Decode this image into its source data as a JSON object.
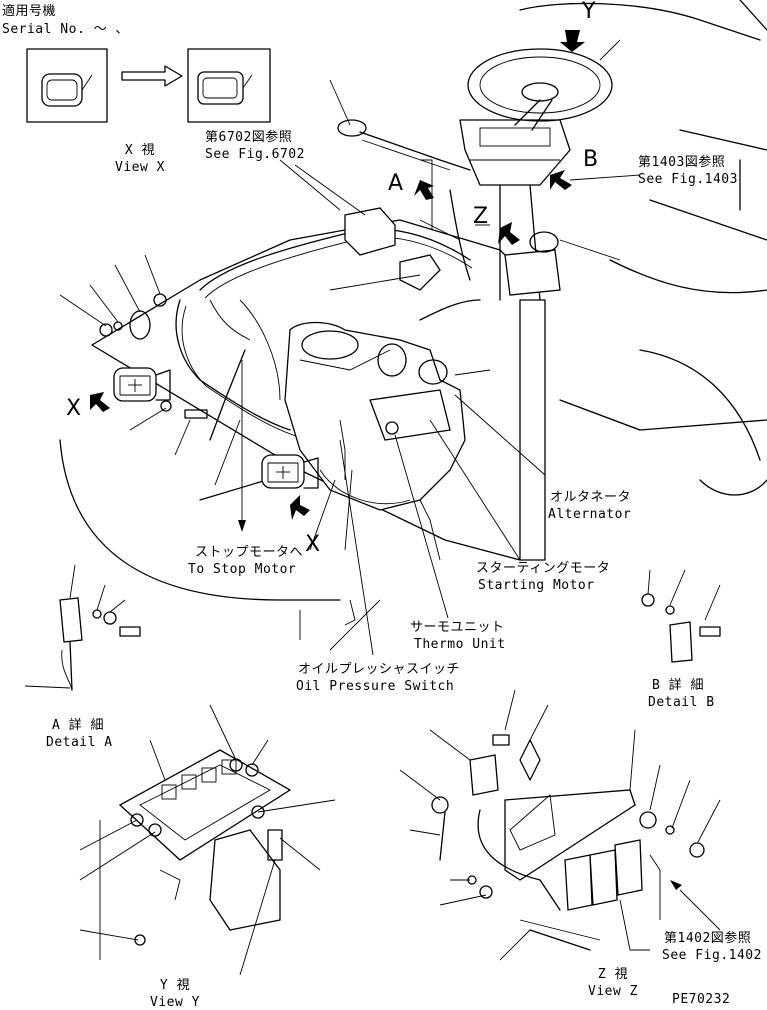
{
  "serial": {
    "jp": "適用号機",
    "en": "Serial No.  ～  、"
  },
  "refs": {
    "fig6702": {
      "jp": "第6702図参照",
      "en": "See Fig.6702"
    },
    "fig1403": {
      "jp": "第1403図参照",
      "en": "See Fig.1403"
    },
    "fig1402": {
      "jp": "第1402図参照",
      "en": "See Fig.1402"
    }
  },
  "views": {
    "x": {
      "jp": "X 視",
      "en": "View X"
    },
    "y": {
      "jp": "Y 視",
      "en": "View Y"
    },
    "z": {
      "jp": "Z 視",
      "en": "View Z"
    }
  },
  "details": {
    "a": {
      "jp": "A 詳 細",
      "en": "Detail A"
    },
    "b": {
      "jp": "B 詳 細",
      "en": "Detail B"
    }
  },
  "callouts": {
    "alternator": {
      "jp": "オルタネータ",
      "en": "Alternator"
    },
    "starting_motor": {
      "jp": "スターティングモータ",
      "en": "Starting Motor"
    },
    "thermo_unit": {
      "jp": "サーモユニット",
      "en": "Thermo Unit"
    },
    "oil_pressure_switch": {
      "jp": "オイルプレッシャスイッチ",
      "en": "Oil Pressure Switch"
    },
    "stop_motor": {
      "jp": "ストップモータへ",
      "en": "To Stop Motor"
    }
  },
  "view_letters": {
    "a": "A",
    "b": "B",
    "x": "X",
    "y": "Y",
    "z": "Z"
  },
  "drawing_code": "PE70232"
}
